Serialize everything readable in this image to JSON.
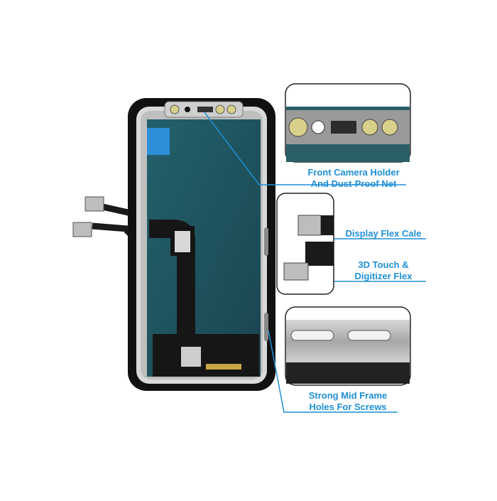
{
  "callouts": {
    "camera": {
      "line1": "Front Camera Holder",
      "line2": "And Dust-Proof Net"
    },
    "display_flex": {
      "line1": "Display Flex Cale"
    },
    "touch_flex": {
      "line1": "3D Touch &",
      "line2": "Digitizer Flex"
    },
    "mid_frame": {
      "line1": "Strong Mid Frame",
      "line2": "Holes For Screws"
    }
  },
  "colors": {
    "accent": "#1f8fd6",
    "panel": "#1f4f5a",
    "frame": "#111111",
    "bracket": "#c9c9c9"
  }
}
